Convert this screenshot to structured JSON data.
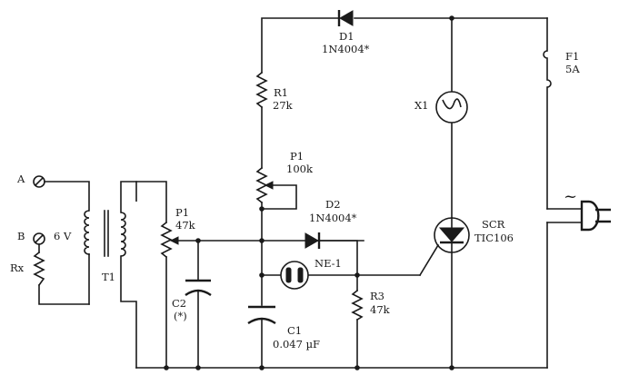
{
  "labels": {
    "A": "A",
    "B": "B",
    "v6": "6 V",
    "Rx": "Rx",
    "T1": "T1",
    "P1a_name": "P1",
    "P1a_val": "47k",
    "C2_name": "C2",
    "C2_note": "(*)",
    "D1_name": "D1",
    "D1_part": "1N4004*",
    "R1_name": "R1",
    "R1_val": "27k",
    "P1b_name": "P1",
    "P1b_val": "100k",
    "D2_name": "D2",
    "D2_part": "1N4004*",
    "NE_name": "NE-1",
    "C1_name": "C1",
    "C1_val": "0.047 µF",
    "R3_name": "R3",
    "R3_val": "47k",
    "X1_name": "X1",
    "SCR_name": "SCR",
    "SCR_part": "TIC106",
    "F1_name": "F1",
    "F1_val": "5A",
    "ac_symbol": "~"
  }
}
